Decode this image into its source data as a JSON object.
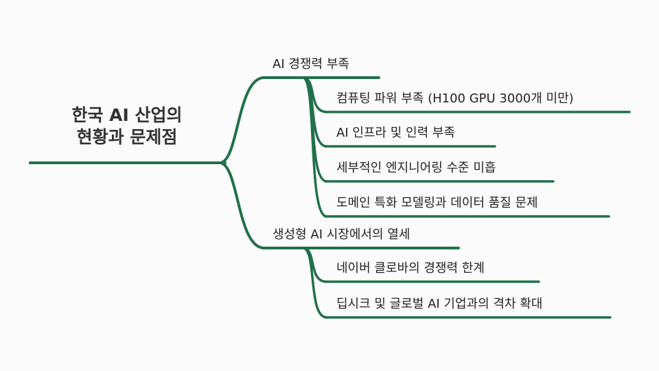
{
  "root": {
    "line1": "한국 AI 산업의",
    "line2": "현황과 문제점"
  },
  "branches": [
    {
      "label": "AI 경쟁력 부족",
      "children": [
        "컴퓨팅 파워 부족 (H100 GPU 3000개 미만)",
        "AI 인프라 및 인력 부족",
        "세부적인 엔지니어링 수준 미흡",
        "도메인 특화 모델링과 데이터 품질 문제"
      ]
    },
    {
      "label": "생성형 AI 시장에서의 열세",
      "children": [
        "네이버 클로바의 경쟁력 한계",
        "딥시크 및 글로벌 AI 기업과의 격차 확대"
      ]
    }
  ],
  "colors": {
    "link": "#20704a",
    "text": "#222222"
  }
}
